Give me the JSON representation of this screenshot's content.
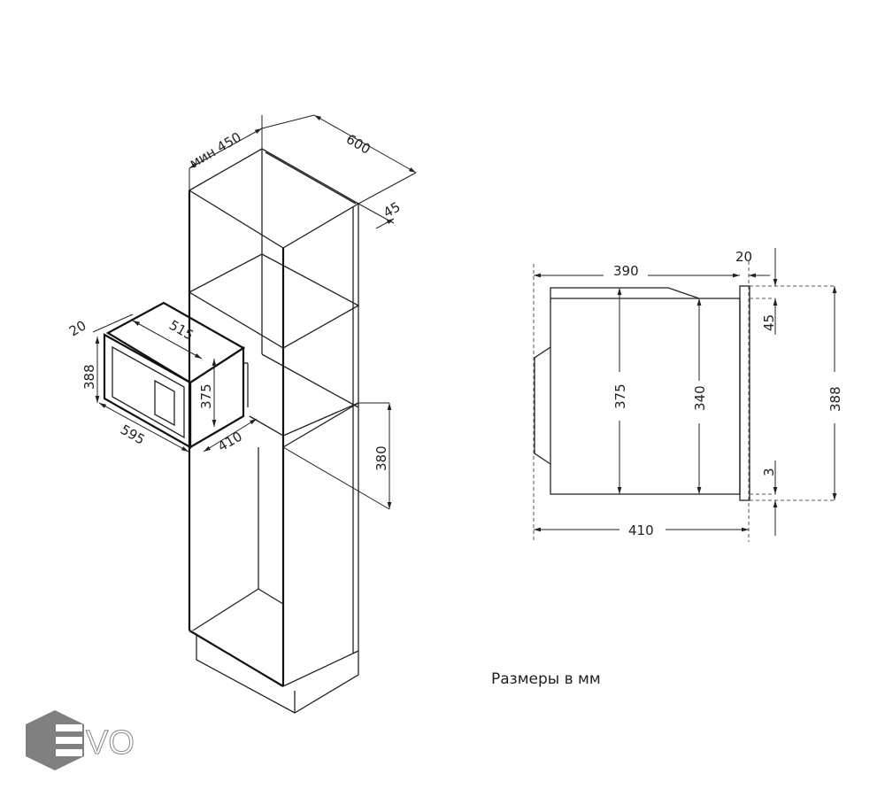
{
  "iso_dims": {
    "min_width": "мин 450",
    "depth": "600",
    "back_gap": "45",
    "frame_thickness": "20",
    "frame_height": "388",
    "body_width": "515",
    "body_height": "375",
    "frame_width": "595",
    "body_depth": "410",
    "niche_height": "380"
  },
  "side_dims": {
    "body_depth": "390",
    "frame_thickness": "20",
    "top_offset": "45",
    "body_height": "375",
    "inner_height": "340",
    "frame_height": "388",
    "bottom_offset": "3",
    "total_depth": "410"
  },
  "caption": "Размеры в мм",
  "logo": {
    "text": "EVO",
    "color": "#808080"
  }
}
